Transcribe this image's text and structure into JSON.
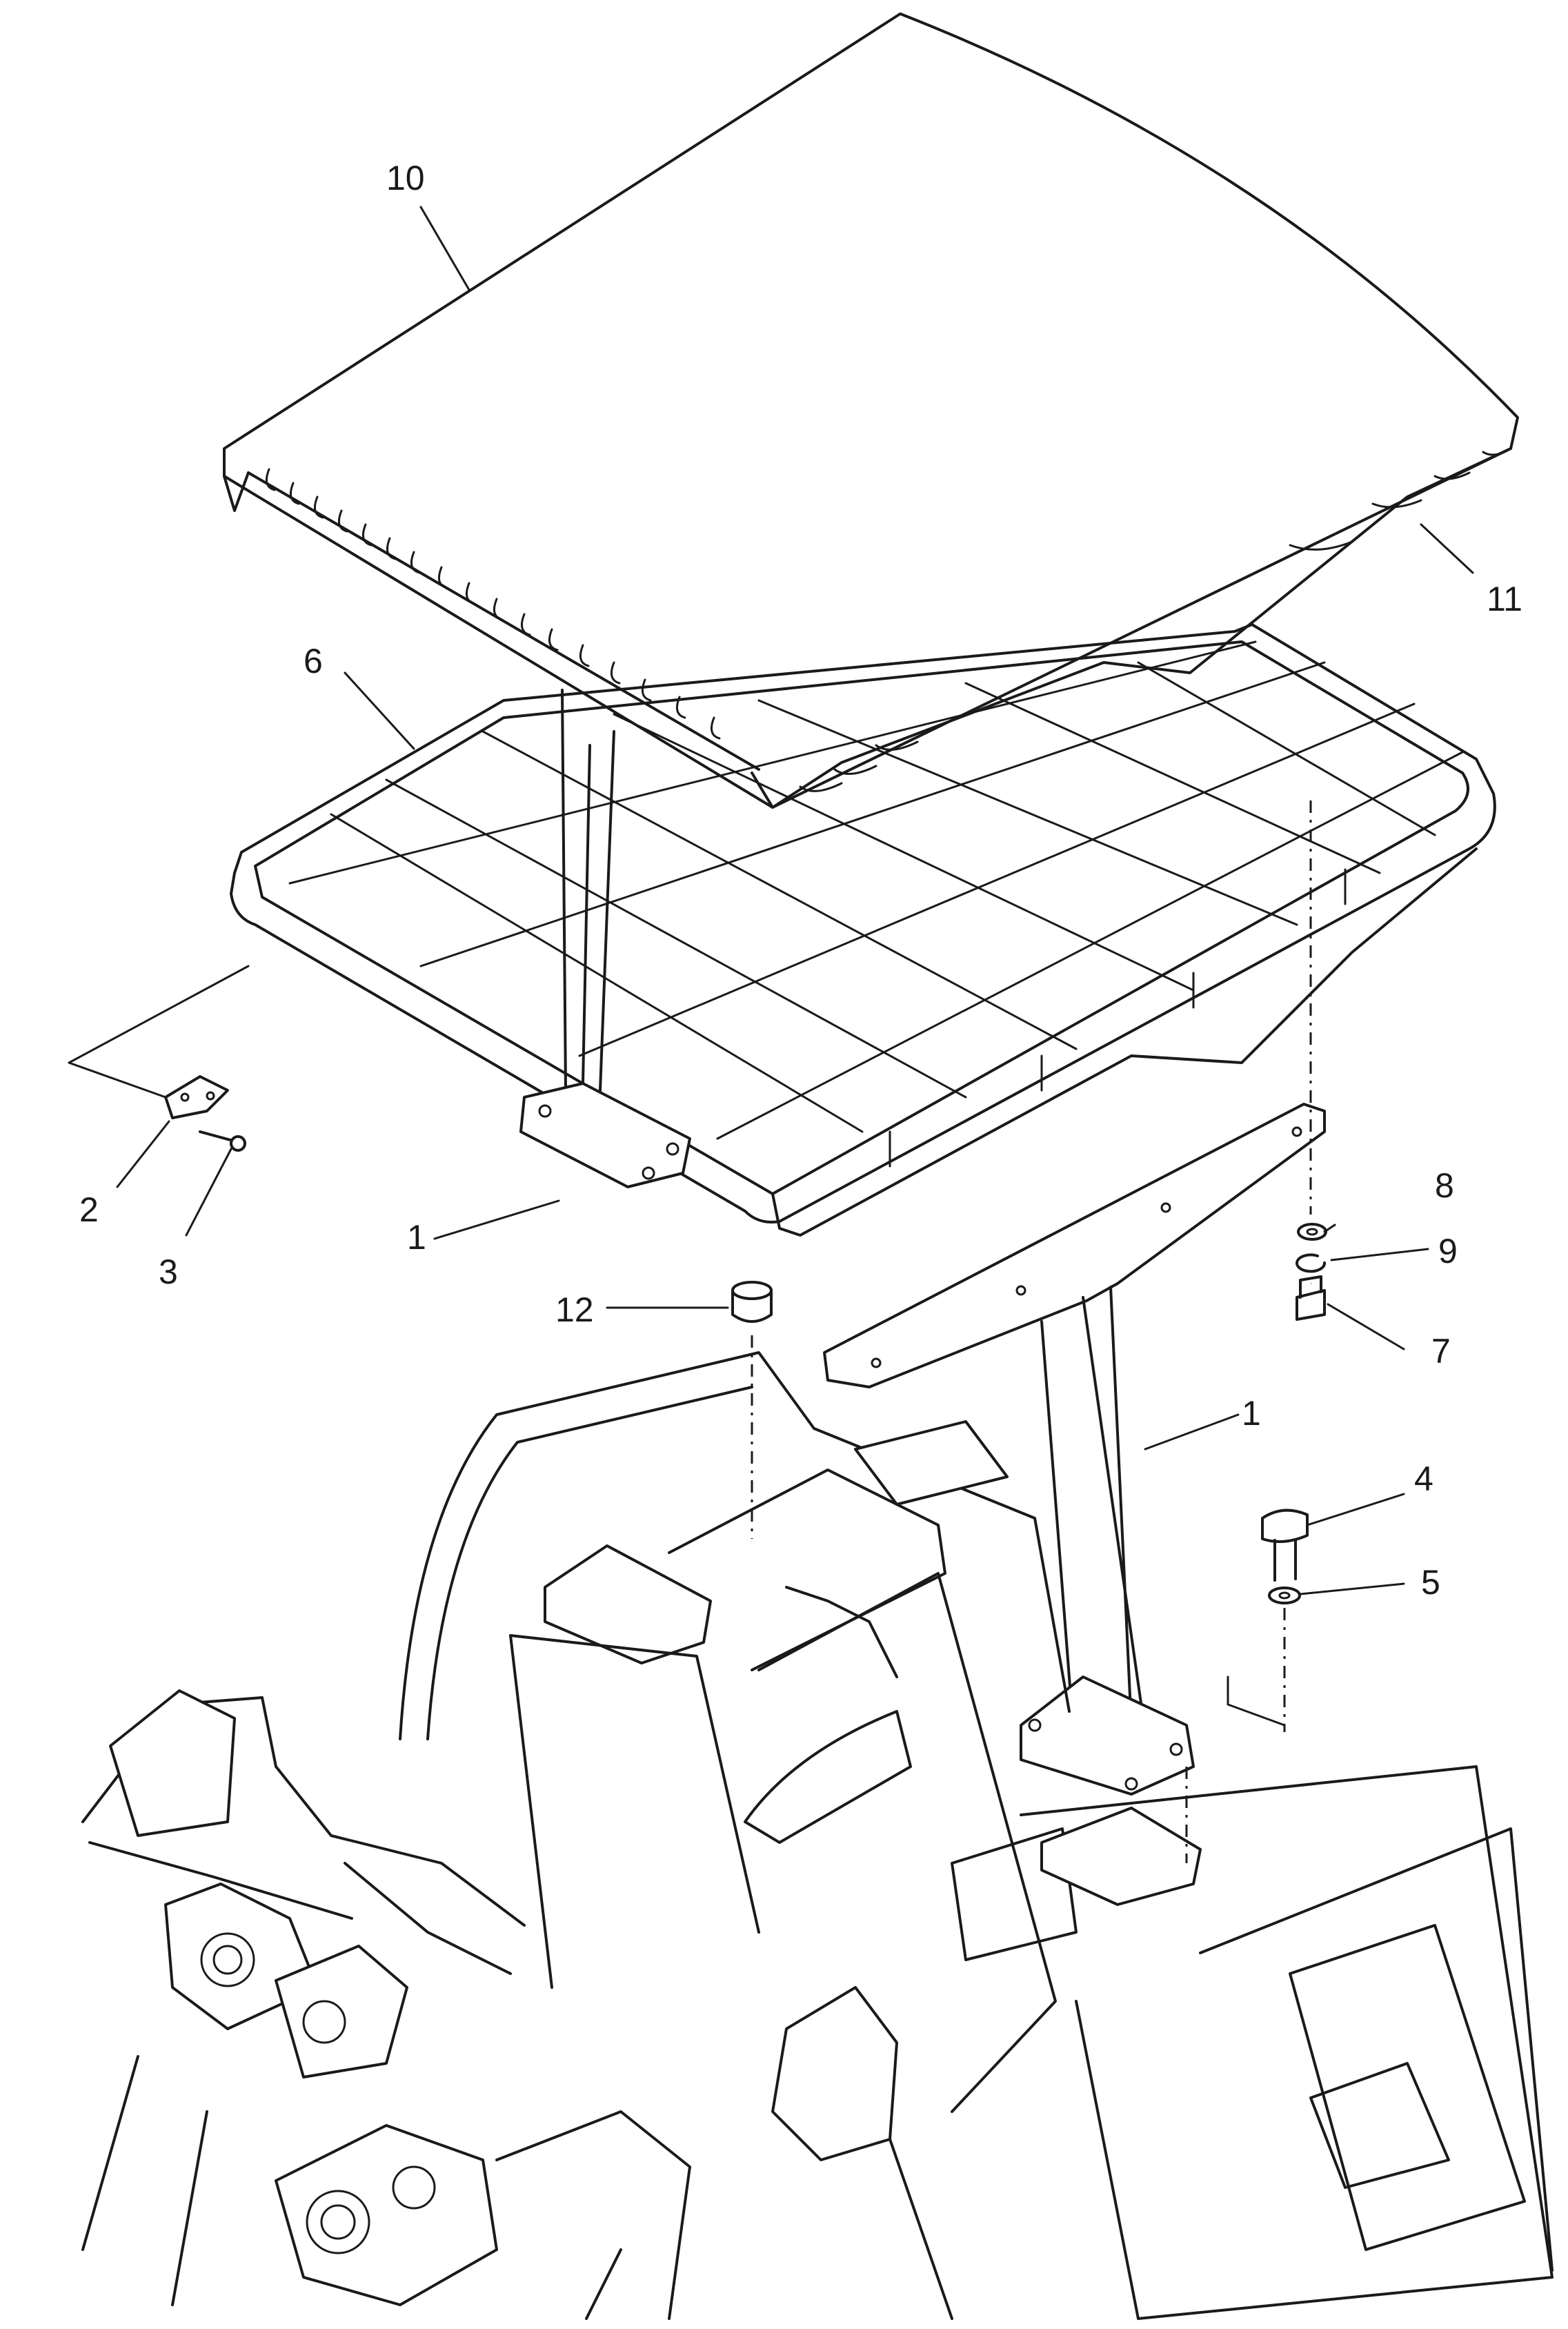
{
  "callouts": [
    {
      "id": "c10",
      "label": "10"
    },
    {
      "id": "c11",
      "label": "11"
    },
    {
      "id": "c6",
      "label": "6"
    },
    {
      "id": "c2",
      "label": "2"
    },
    {
      "id": "c3",
      "label": "3"
    },
    {
      "id": "c1a",
      "label": "1"
    },
    {
      "id": "c8",
      "label": "8"
    },
    {
      "id": "c9",
      "label": "9"
    },
    {
      "id": "c7",
      "label": "7"
    },
    {
      "id": "c12",
      "label": "12"
    },
    {
      "id": "c1b",
      "label": "1"
    },
    {
      "id": "c4",
      "label": "4"
    },
    {
      "id": "c5",
      "label": "5"
    }
  ],
  "colors": {
    "line": "#1a1a1a",
    "background": "#ffffff"
  }
}
